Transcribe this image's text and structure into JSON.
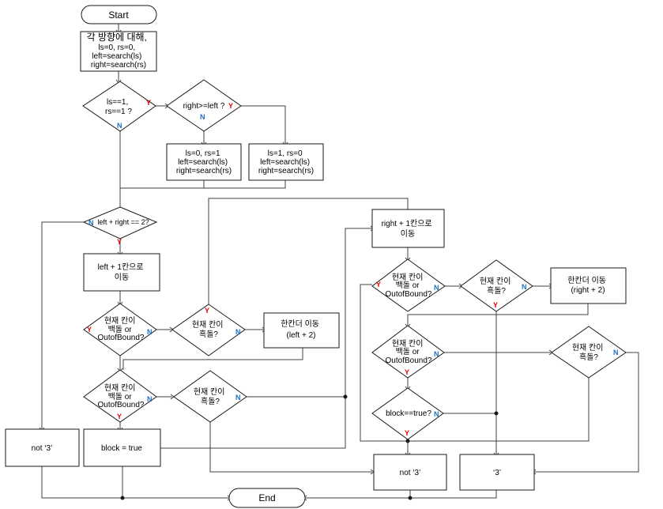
{
  "accent_colors": {
    "yes": "#e00000",
    "no": "#1f6fc0",
    "line": "#404040"
  },
  "nodes": {
    "start": "Start",
    "init": [
      "각 방향에 대해,",
      "ls=0, rs=0,",
      "left=search(ls)",
      "right=search(rs)"
    ],
    "d_both": [
      "ls==1,",
      "rs==1 ?"
    ],
    "d_rl": [
      "right>=left ?"
    ],
    "b_rs1": [
      "ls=0, rs=1",
      "left=search(ls)",
      "right=search(rs)"
    ],
    "b_ls1": [
      "ls=1, rs=0",
      "left=search(ls)",
      "right=search(rs)"
    ],
    "d_sum": [
      "left + right == 2?"
    ],
    "b_leftmove": [
      "left + 1칸으로",
      "이동"
    ],
    "d_l1": [
      "현재 칸이",
      "백돌 or",
      "OutofBound?"
    ],
    "d_l2": [
      "현재 칸이",
      "흑돌?"
    ],
    "b_l_more": [
      "한칸더 이동",
      "(left + 2)"
    ],
    "d_l3": [
      "현재 칸이",
      "백돌 or",
      "OutofBound?"
    ],
    "d_l4": [
      "현재 칸이",
      "흑돌?"
    ],
    "b_not3_left": "not ‘3’",
    "b_block": "block = true",
    "b_rightmove": [
      "right + 1칸으로",
      "이동"
    ],
    "d_r1": [
      "현재 칸이",
      "백돌 or",
      "OutofBound?"
    ],
    "d_r2": [
      "현재 칸이",
      "흑돌?"
    ],
    "b_r_more": [
      "한칸더 이동",
      "(right + 2)"
    ],
    "d_r3": [
      "현재 칸이",
      "백돌 or",
      "OutofBound?"
    ],
    "d_r4": [
      "현재 칸이",
      "흑돌?"
    ],
    "d_block": [
      "block==true?"
    ],
    "b_not3_right": "not ‘3’",
    "b_3": "‘3’",
    "end": "End"
  },
  "branch_labels": {
    "yes": "Y",
    "no": "N"
  }
}
